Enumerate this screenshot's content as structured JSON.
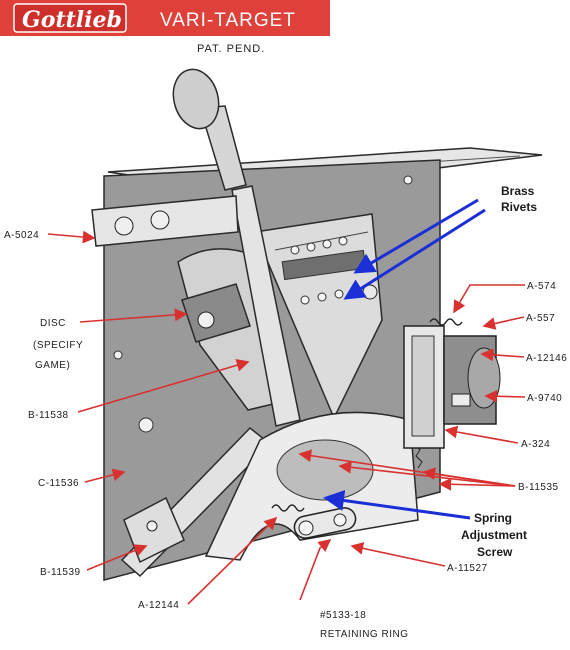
{
  "header": {
    "brand": "Gottlieb",
    "title": "VARI-TARGET",
    "subtitle": "PAT. PEND."
  },
  "colors": {
    "header_red": "#e0403a",
    "leader_red": "#d8312f",
    "callout_blue": "#1b2fd6",
    "plate_gray": "#9a9a9a"
  },
  "labels": {
    "a5024": "A-5024",
    "disc_1": "DISC",
    "disc_2": "(SPECIFY",
    "disc_3": "GAME)",
    "b11538": "B-11538",
    "c11536": "C-11536",
    "b11539": "B-11539",
    "a12144": "A-12144",
    "ring_1": "#5133-18",
    "ring_2": "RETAINING RING",
    "a11527": "A-11527",
    "b11535": "B-11535",
    "a324": "A-324",
    "a9740": "A-9740",
    "a12146": "A-12146",
    "a557": "A-557",
    "a574": "A-574"
  },
  "callouts": {
    "brass_1": "Brass",
    "brass_2": "Rivets",
    "spring_1": "Spring",
    "spring_2": "Adjustment",
    "spring_3": "Screw"
  }
}
